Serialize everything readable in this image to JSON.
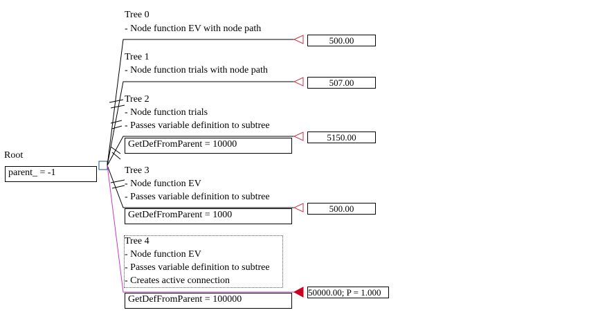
{
  "root": {
    "label": "Root",
    "def": "parent_ = -1"
  },
  "trees": [
    {
      "title": "Tree 0",
      "lines": [
        "- Node function EV with node path"
      ],
      "def": "",
      "value": "500.00"
    },
    {
      "title": "Tree 1",
      "lines": [
        "- Node function trials with node path"
      ],
      "def": "",
      "value": "507.00"
    },
    {
      "title": "Tree 2",
      "lines": [
        "- Node function trials",
        "- Passes variable definition to subtree"
      ],
      "def": "GetDefFromParent = 10000",
      "value": "5150.00"
    },
    {
      "title": "Tree 3",
      "lines": [
        "- Node function EV",
        "- Passes variable definition to subtree"
      ],
      "def": "GetDefFromParent = 1000",
      "value": "500.00"
    },
    {
      "title": "Tree 4",
      "lines": [
        "- Node function EV",
        "- Passes variable definition to subtree",
        "- Creates active connection"
      ],
      "def": "GetDefFromParent = 100000",
      "value": "50000.00; P = 1.000"
    }
  ],
  "colors": {
    "line": "#000000",
    "active": "#cc33cc",
    "terminal": "#cc3344",
    "terminal_active_fill": "#cc0022",
    "node": "#1f4e79"
  }
}
